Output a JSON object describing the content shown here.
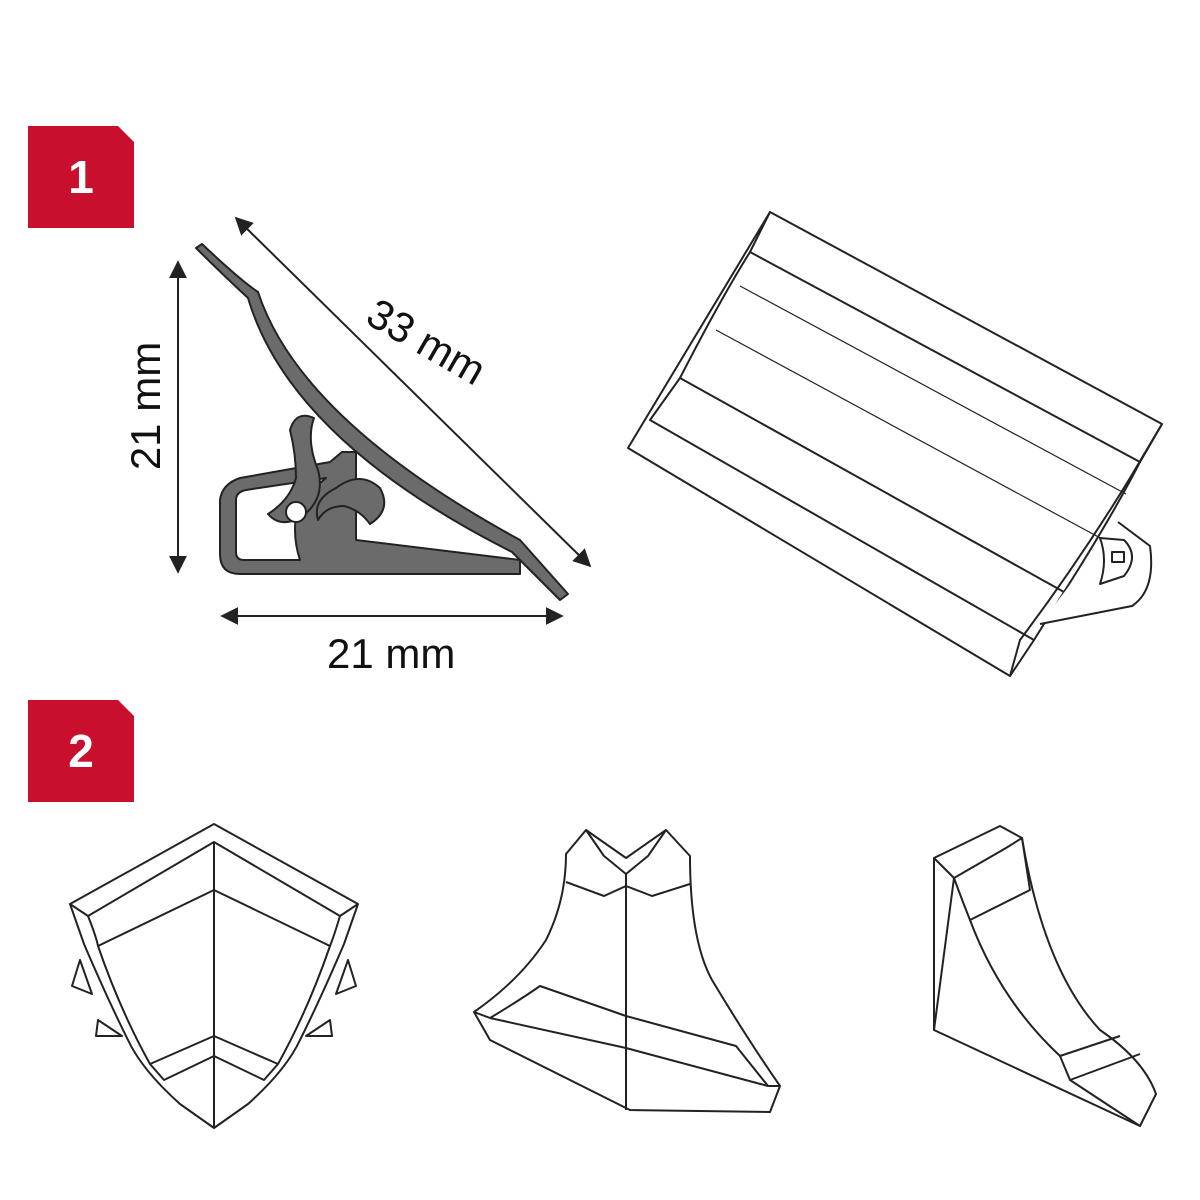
{
  "badges": [
    "1",
    "2"
  ],
  "dimensions": {
    "width": "21 mm",
    "height": "21 mm",
    "diagonal": "33 mm"
  },
  "colors": {
    "badge": "#c8102e",
    "profile_fill": "#6b6b6b",
    "line": "#222222"
  }
}
